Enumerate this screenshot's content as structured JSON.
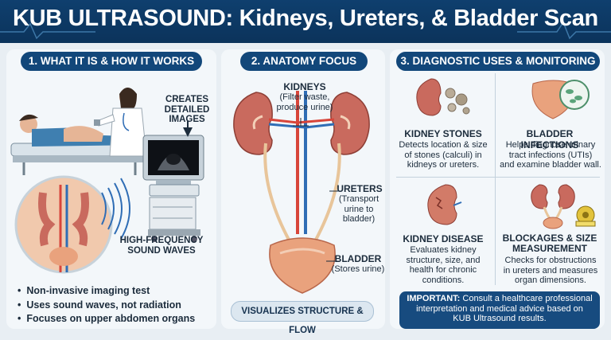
{
  "title": "KUB ULTRASOUND: Kidneys, Ureters, & Bladder Scan",
  "sections": {
    "s1": {
      "heading": "1. WHAT IT IS & HOW IT WORKS",
      "creates_label": [
        "CREATES",
        "DETAILED",
        "IMAGES"
      ],
      "waves_label": [
        "HIGH-FREQUENCY",
        "SOUND WAVES"
      ],
      "bullets": [
        "Non-invasive imaging test",
        "Uses sound waves, not radiation",
        "Focuses on upper abdomen organs"
      ]
    },
    "s2": {
      "heading": "2. ANATOMY FOCUS",
      "kidneys": {
        "name": "KIDNEYS",
        "desc": [
          "(Filter waste,",
          "produce urine)"
        ]
      },
      "ureters": {
        "name": "URETERS",
        "desc": [
          "(Transport",
          "urine to",
          "bladder)"
        ]
      },
      "bladder": {
        "name": "BLADDER",
        "desc": "(Stores urine)"
      },
      "footer": "VISUALIZES STRUCTURE & FLOW"
    },
    "s3": {
      "heading": "3. DIAGNOSTIC USES & MONITORING",
      "items": [
        {
          "title": "KIDNEY STONES",
          "desc": [
            "Detects location & size",
            "of stones (calculi) in",
            "kidneys or ureters."
          ]
        },
        {
          "title": "BLADDER INFECTIONS",
          "desc": [
            "Helps diagnose urinary",
            "tract infections (UTIs)",
            "and examine bladder wall."
          ]
        },
        {
          "title": "KIDNEY DISEASE",
          "desc": [
            "Evaluates kidney",
            "structure, size, and",
            "health for chronic",
            "conditions."
          ]
        },
        {
          "title": [
            "BLOCKAGES & SIZE",
            "MEASUREMENT"
          ],
          "desc": [
            "Checks for obstructions",
            "in ureters and measures",
            "organ dimensions."
          ]
        }
      ],
      "important_label": "IMPORTANT:",
      "important_text": [
        "Consult a healthcare professional",
        "interpretation and medical advice based on",
        "KUB Ultrasound results."
      ]
    }
  },
  "colors": {
    "navy": "#0f3f6e",
    "kidney": "#c96a5e",
    "artery": "#d8453a",
    "vein": "#2f6db5",
    "bladder": "#e9a27d"
  },
  "icons": [
    "ecg-line",
    "patient-bed",
    "doctor",
    "ultrasound-monitor",
    "abdomen-anatomy",
    "sound-waves",
    "kidney",
    "stones",
    "bladder-bacteria",
    "kidney-disease",
    "urinary-system",
    "measuring-tape",
    "stethoscope"
  ]
}
